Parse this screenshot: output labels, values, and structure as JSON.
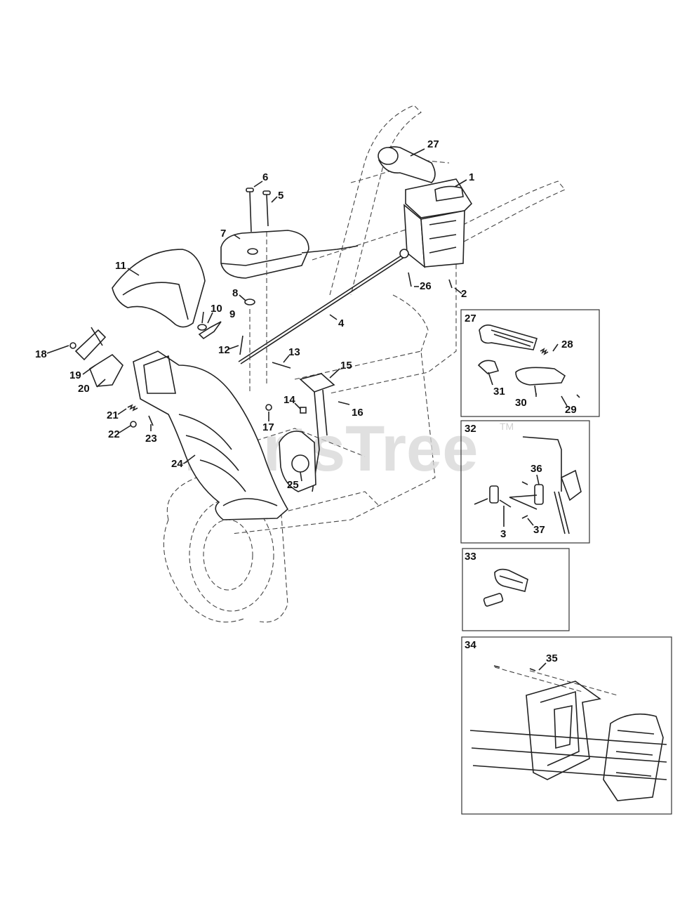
{
  "watermark": {
    "text": "PartsTree",
    "mark": "TM"
  },
  "callouts": {
    "c1": "1",
    "c2": "2",
    "c3": "3",
    "c4": "4",
    "c5": "5",
    "c6": "6",
    "c7": "7",
    "c8": "8",
    "c9": "9",
    "c10": "10",
    "c11": "11",
    "c12": "12",
    "c13": "13",
    "c14": "14",
    "c15": "15",
    "c16": "16",
    "c17": "17",
    "c18": "18",
    "c19": "19",
    "c20": "20",
    "c21": "21",
    "c22": "22",
    "c23": "23",
    "c24": "24",
    "c25": "25",
    "c26": "26",
    "c27": "27",
    "c27b": "27",
    "c28": "28",
    "c29": "29",
    "c30": "30",
    "c31": "31",
    "c32": "32",
    "c33": "33",
    "c34": "34",
    "c35": "35",
    "c36": "36",
    "c37": "37"
  }
}
